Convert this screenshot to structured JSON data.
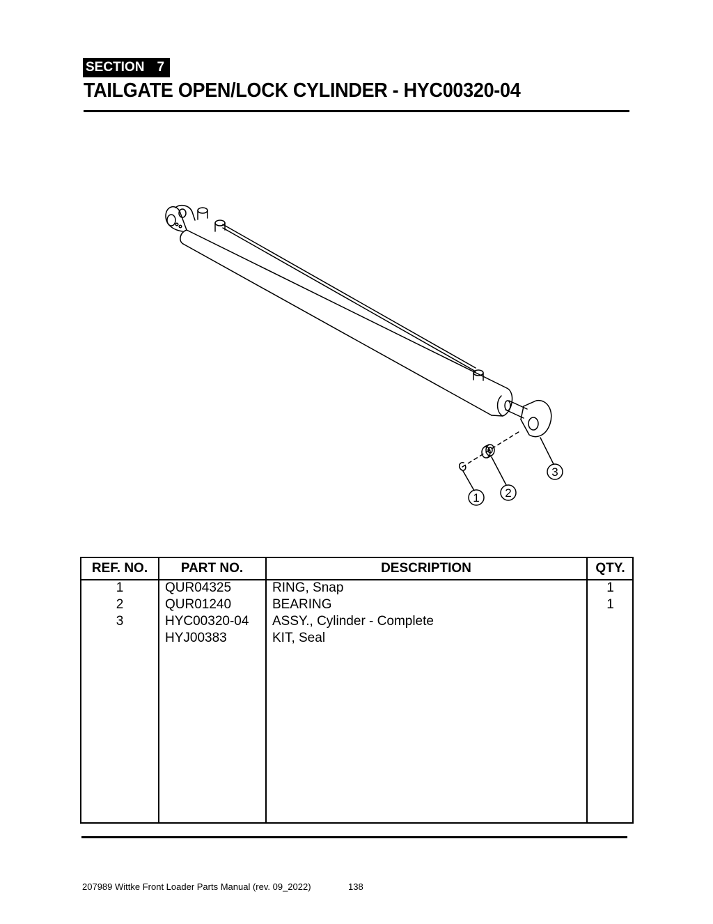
{
  "header": {
    "section_label": "SECTION",
    "section_number": "7",
    "title": "TAILGATE OPEN/LOCK CYLINDER - HYC00320-04"
  },
  "diagram": {
    "callouts": [
      "1",
      "2",
      "3"
    ]
  },
  "table": {
    "headers": {
      "ref": "REF. NO.",
      "part": "PART NO.",
      "description": "DESCRIPTION",
      "qty": "QTY."
    },
    "rows": [
      {
        "ref": "1",
        "part": "QUR04325",
        "description": "RING, Snap",
        "qty": "1"
      },
      {
        "ref": "2",
        "part": "QUR01240",
        "description": "BEARING",
        "qty": "1"
      },
      {
        "ref": "3",
        "part": "HYC00320-04",
        "description": "ASSY., Cylinder - Complete",
        "qty": ""
      },
      {
        "ref": "",
        "part": "HYJ00383",
        "description": "KIT, Seal",
        "qty": ""
      }
    ]
  },
  "footer": {
    "manual": "207989 Wittke Front Loader Parts Manual (rev. 09_2022)",
    "page": "138"
  }
}
